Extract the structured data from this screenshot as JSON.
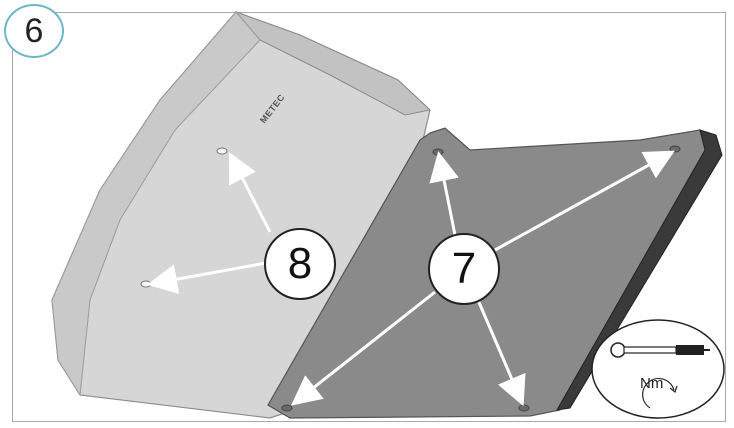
{
  "step": {
    "number": "6"
  },
  "callouts": {
    "eight": "8",
    "seven": "7"
  },
  "logo": {
    "text": "METEC"
  },
  "torque": {
    "unit": "Nm",
    "icon": "torque-wrench-icon"
  },
  "colors": {
    "badge_border": "#6fb7c5",
    "plate_light": "#d9d9d9",
    "plate_dark": "#8e8e8e",
    "arrow": "#ffffff"
  }
}
